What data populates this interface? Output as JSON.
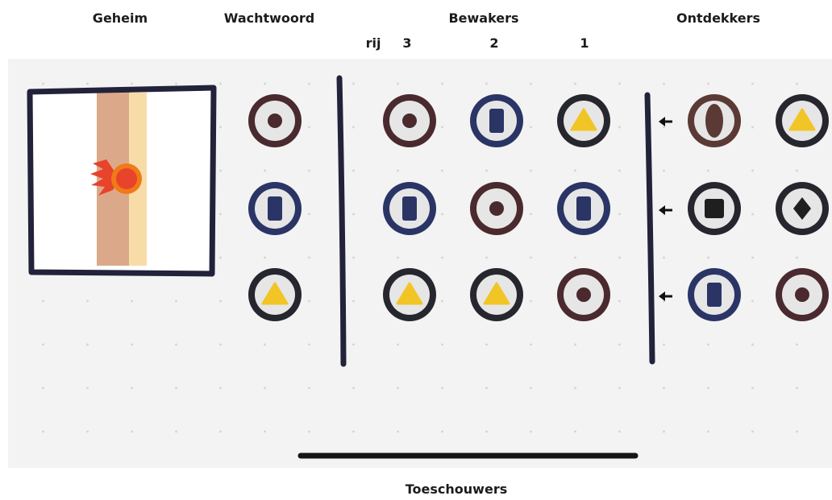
{
  "headers": {
    "secret": "Geheim",
    "password": "Wachtwoord",
    "guards": "Bewakers",
    "discoverers": "Ontdekkers",
    "row_label": "rij",
    "guard_cols": [
      "3",
      "2",
      "1"
    ],
    "audience": "Toeschouwers"
  },
  "colors": {
    "maroon": "#4a2a2e",
    "navy": "#2a3566",
    "dark": "#26262e",
    "brown": "#5b3a35",
    "symbol_yellow": "#f2c526",
    "scroll": "#dba98a",
    "seal": "#e8432b"
  },
  "password_tokens": [
    {
      "ring": "maroon",
      "symbol": "dot"
    },
    {
      "ring": "navy",
      "symbol": "rectangle"
    },
    {
      "ring": "dark",
      "symbol": "triangle"
    }
  ],
  "guard_tokens": [
    [
      {
        "ring": "maroon",
        "symbol": "dot"
      },
      {
        "ring": "navy",
        "symbol": "rectangle"
      },
      {
        "ring": "dark",
        "symbol": "triangle"
      }
    ],
    [
      {
        "ring": "navy",
        "symbol": "rectangle"
      },
      {
        "ring": "maroon",
        "symbol": "dot"
      },
      {
        "ring": "navy",
        "symbol": "rectangle"
      }
    ],
    [
      {
        "ring": "dark",
        "symbol": "triangle"
      },
      {
        "ring": "dark",
        "symbol": "triangle"
      },
      {
        "ring": "maroon",
        "symbol": "dot"
      }
    ]
  ],
  "discoverer_tokens": [
    [
      {
        "ring": "brown",
        "symbol": "oval"
      },
      {
        "ring": "dark",
        "symbol": "triangle"
      }
    ],
    [
      {
        "ring": "dark",
        "symbol": "square"
      },
      {
        "ring": "dark",
        "symbol": "diamond"
      }
    ],
    [
      {
        "ring": "navy",
        "symbol": "rectangle"
      },
      {
        "ring": "maroon",
        "symbol": "dot"
      }
    ]
  ],
  "icons": {
    "secret_box": "scroll-with-seal-icon",
    "arrow": "arrow-left-icon"
  }
}
